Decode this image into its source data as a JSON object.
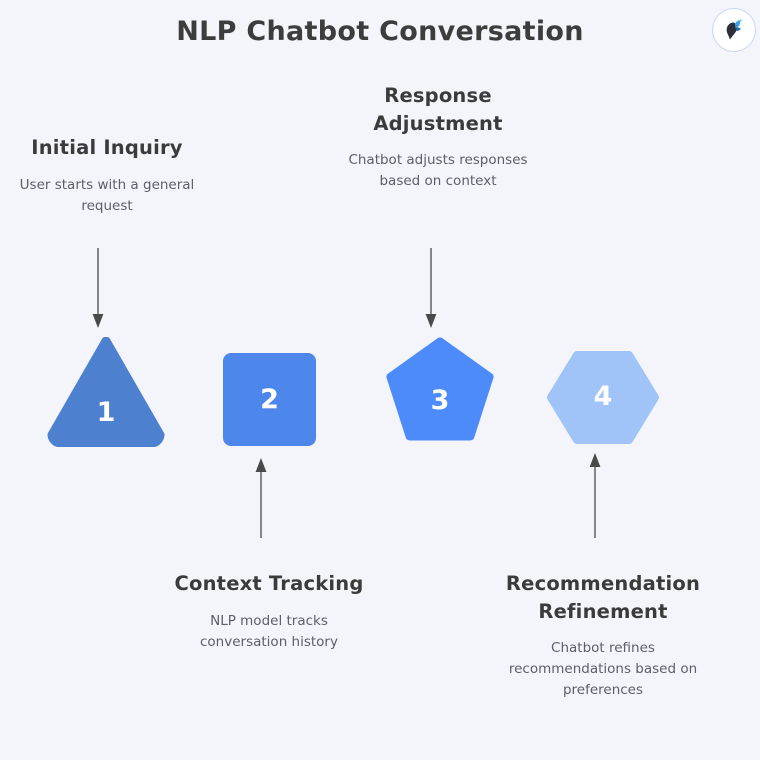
{
  "page": {
    "title": "NLP Chatbot Conversation",
    "background_color": "#f4f5fb",
    "heading_color": "#3b3b3b",
    "description_color": "#5c5f66"
  },
  "logo": {
    "name": "butterfly-silhouette-logo",
    "border_color": "#c8d6ef",
    "background_color": "#ffffff",
    "silhouette_color": "#2b2f38",
    "accent_color": "#3a9fe0"
  },
  "chart_data": {
    "type": "diagram",
    "title": "NLP Chatbot Conversation",
    "diagram_style": "horizontal-4-step-process",
    "steps": [
      {
        "number": "1",
        "heading": "Initial Inquiry",
        "description": "User starts with a general request",
        "shape": "triangle",
        "color": "#4d81d0",
        "label_position": "above",
        "arrow_direction": "down"
      },
      {
        "number": "2",
        "heading": "Context Tracking",
        "description": "NLP model tracks conversation history",
        "shape": "square",
        "color": "#4d87ec",
        "label_position": "below",
        "arrow_direction": "up"
      },
      {
        "number": "3",
        "heading": "Response Adjustment",
        "description": "Chatbot adjusts responses based on context",
        "shape": "pentagon",
        "color": "#4d8bfa",
        "label_position": "above",
        "arrow_direction": "down"
      },
      {
        "number": "4",
        "heading": "Recommendation Refinement",
        "description": "Chatbot refines recommendations based on preferences",
        "shape": "hexagon",
        "color": "#a0c4f8",
        "label_position": "below",
        "arrow_direction": "up"
      }
    ],
    "arrow_color": "#6b6b6b",
    "number_color": "#ffffff"
  }
}
